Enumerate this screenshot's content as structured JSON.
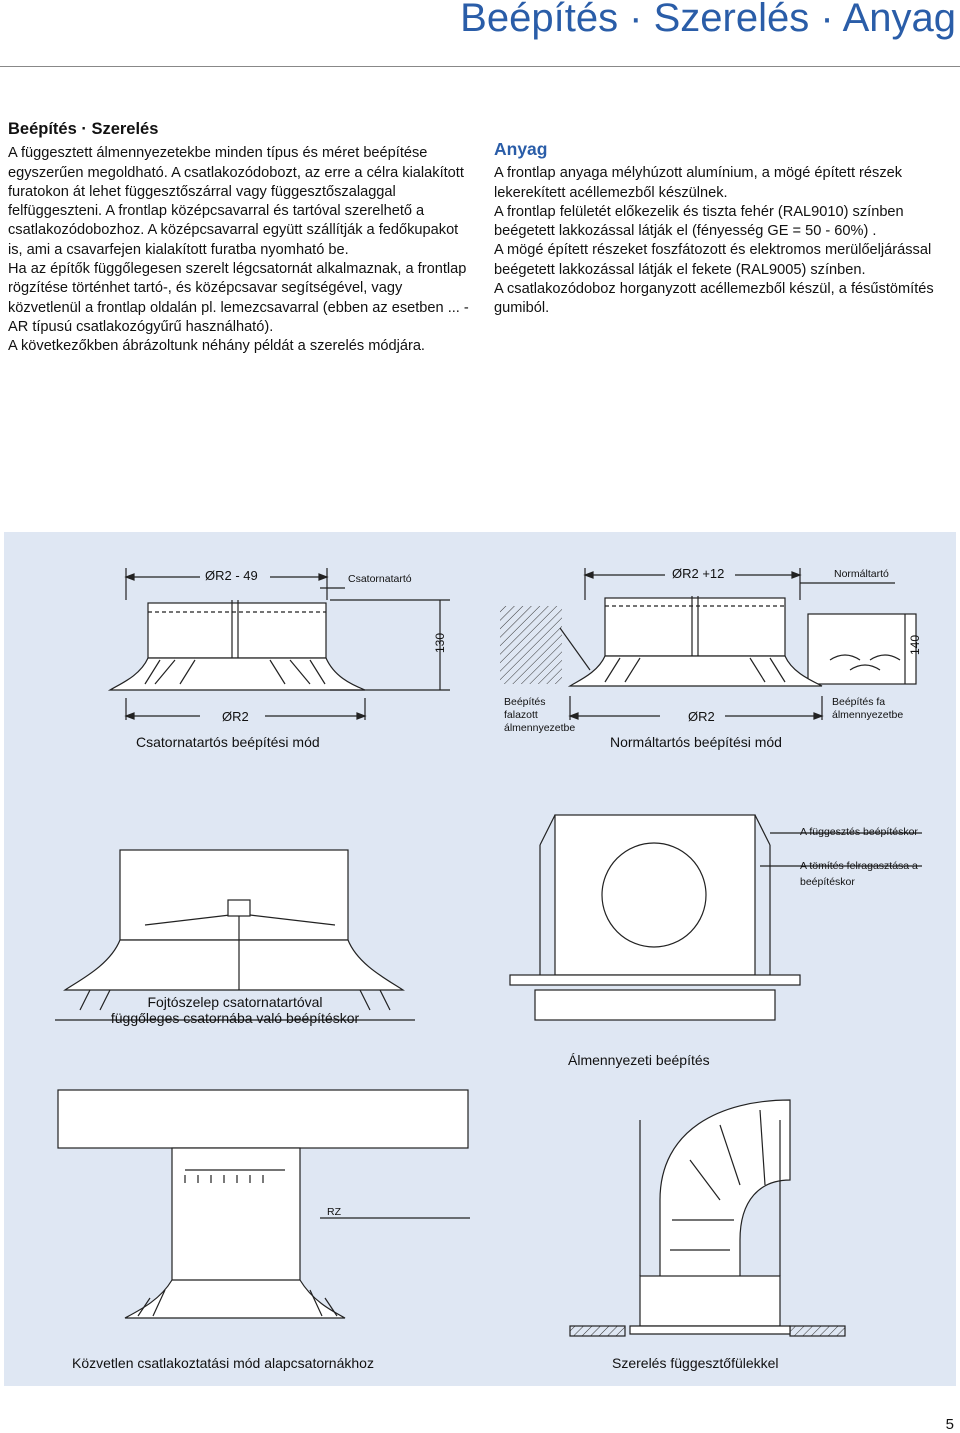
{
  "header": {
    "title": "Beépítés · Szerelés · Anyag"
  },
  "left": {
    "heading": "Beépítés · Szerelés",
    "paragraphs": [
      "A függesztett álmennyezetekbe minden típus és méret beépítése egyszerűen megoldható. A csatlakozódobozt, az erre a célra kialakított furatokon át lehet függesztőszárral vagy függesztőszalaggal felfüggeszteni. A frontlap középcsavarral és tartóval szerelhető a csatlakozódobozhoz. A középcsavarral együtt szállítják a fedőkupakot is, ami a csavarfejen kialakított furatba nyomható be.",
      "Ha az építők függőlegesen szerelt légcsatornát alkalmaznak, a frontlap rögzítése történhet tartó-, és középcsavar segítségével, vagy közvetlenül a frontlap oldalán pl. lemezcsavarral (ebben az esetben ... - AR típusú csatlakozógyűrű használható).",
      "A következőkben ábrázoltunk néhány példát a szerelés módjára."
    ]
  },
  "right": {
    "heading": "Anyag",
    "paragraphs": [
      "A frontlap anyaga mélyhúzott alumínium, a mögé épített részek lekerekített acéllemezből készülnek.",
      "A frontlap felületét előkezelik és tiszta fehér (RAL9010) színben beégetett lakkozással látják el (fényesség GE = 50 - 60%) .",
      "A mögé épített részeket foszfátozott és elektromos merülőeljárással beégetett lakkozással látják el fekete (RAL9005) színben.",
      "A csatlakozódoboz horganyzott acéllemezből készül, a fésűstömítés gumiból."
    ]
  },
  "diagrams": {
    "d1": {
      "dim_top": "ØR2 - 49",
      "dim_height": "130",
      "callout": "Csatornatartó",
      "dim_bottom": "ØR2",
      "caption": "Csatornatartós beépítési mód"
    },
    "d2": {
      "dim_top": "ØR2 +12",
      "dim_height": "140",
      "callout": "Normáltartó",
      "dim_bottom": "ØR2",
      "label_left": [
        "Beépítés",
        "falazott",
        "álmennyezetbe"
      ],
      "label_right": [
        "Beépítés fa",
        "álmennyezetbe"
      ],
      "caption": "Normáltartós beépítési mód"
    },
    "d3": {
      "caption": [
        "Fojtószelep csatornatartóval",
        "függőleges csatornába való beépítéskor"
      ]
    },
    "d4": {
      "callouts": [
        "A függesztés beépítéskor",
        "A tömítés felragasztása a",
        "beépítéskor"
      ],
      "caption": "Álmennyezeti beépítés"
    },
    "d5": {
      "callout": "RZ",
      "caption": "Közvetlen csatlakoztatási mód alapcsatornákhoz"
    },
    "d6": {
      "caption": "Szerelés függesztőfülekkel"
    }
  },
  "footer": {
    "page_number": "5"
  }
}
